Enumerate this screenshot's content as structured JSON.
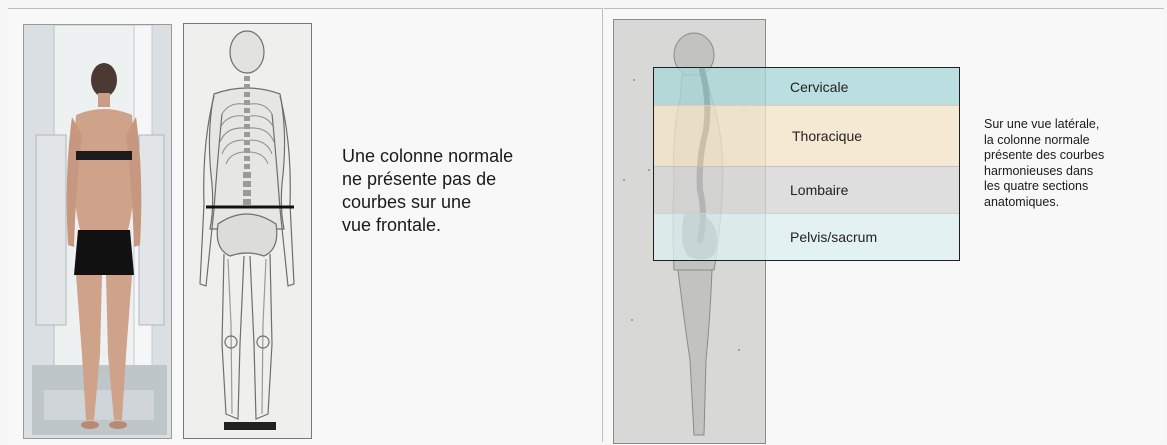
{
  "left_panel": {
    "caption": "Une colonne normale\nne présente pas de\ncourbes sur une\nvue frontale."
  },
  "right_panel": {
    "regions": [
      {
        "label": "Cervicale",
        "color": "#a9d6d8"
      },
      {
        "label": "Thoracique",
        "color": "#f3e4c8"
      },
      {
        "label": "Lombaire",
        "color": "#d6d6d6"
      },
      {
        "label": "Pelvis/sacrum",
        "color": "#dceef0"
      }
    ],
    "caption": "Sur une vue latérale,\nla colonne normale\nprésente des courbes\nharmonieuses dans\nles quatre sections\nanatomiques."
  },
  "colors": {
    "grid_line": "#bfbfbf",
    "overlay_border": "#1e1e1e"
  }
}
